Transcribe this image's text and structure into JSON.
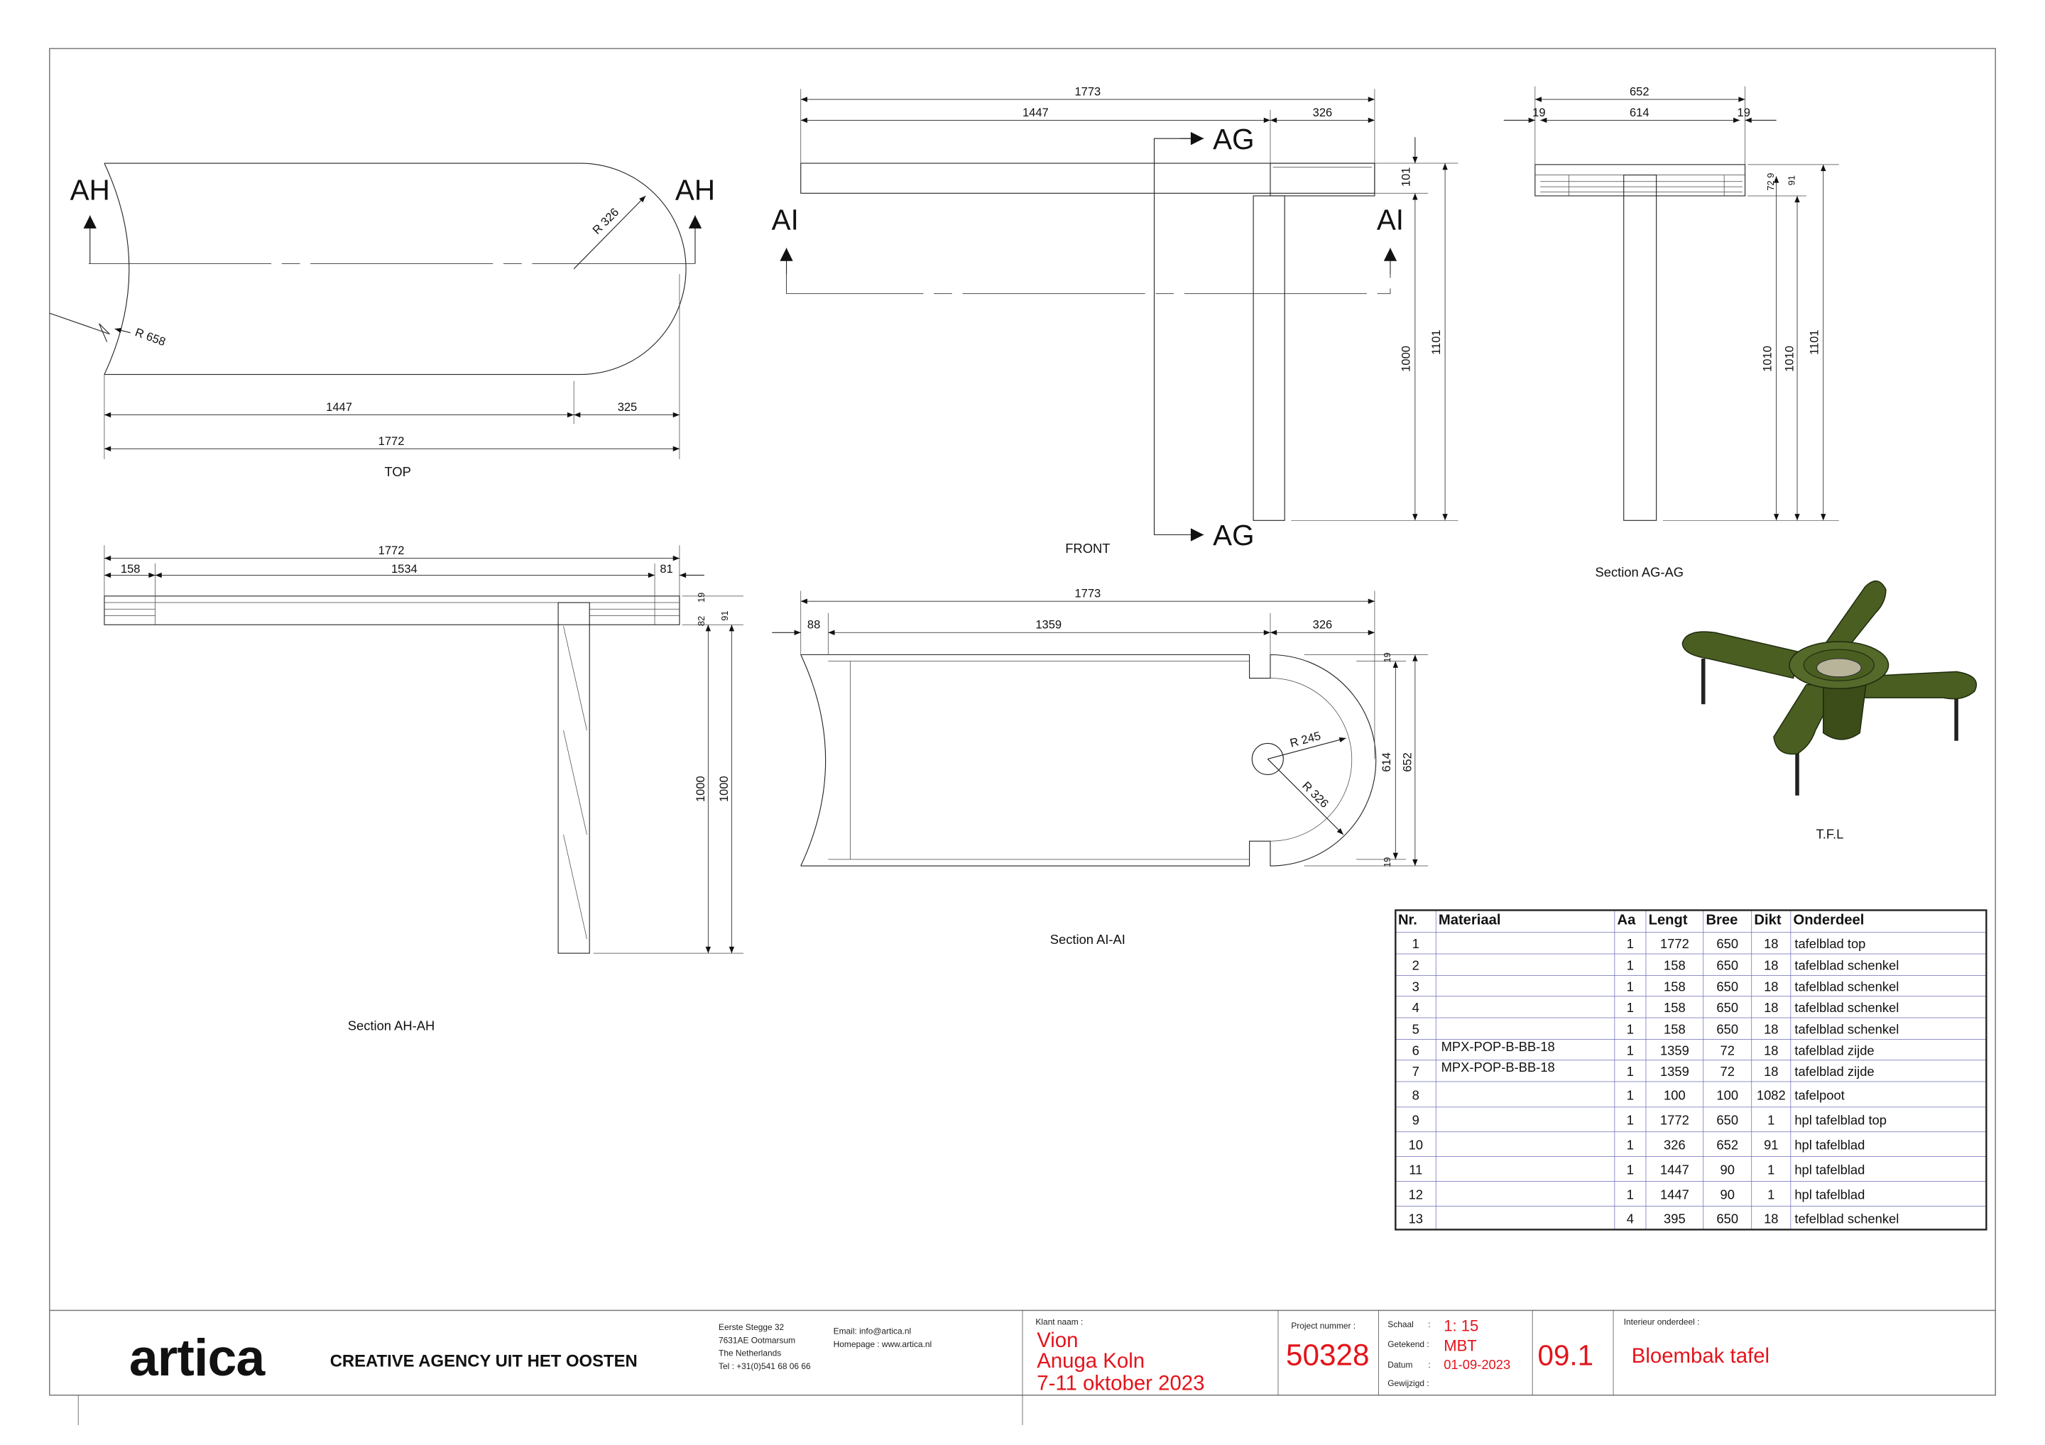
{
  "views": {
    "top": {
      "title": "TOP",
      "mark": "AH",
      "radius_outer": "R 326",
      "radius_break": "R 658",
      "dim_straight": "1447",
      "dim_round": "325",
      "dim_total": "1772"
    },
    "front": {
      "title": "FRONT",
      "mark_ag": "AG",
      "mark_ai": "AI",
      "dim_total": "1773",
      "dim_straight": "1447",
      "dim_round": "326",
      "dim_top": "101",
      "dim_leg": "1000",
      "dim_height": "1101"
    },
    "section_ag": {
      "title": "Section AG-AG",
      "dim_total": "652",
      "dim_side_left": "19",
      "dim_inner": "614",
      "dim_side_right": "19",
      "dim_729": "72 9",
      "dim_91": "91",
      "dim_leg_a": "1010",
      "dim_leg_b": "1010",
      "dim_height": "1101"
    },
    "section_ah": {
      "title": "Section AH-AH",
      "dim_total": "1772",
      "dim_left": "158",
      "dim_mid": "1534",
      "dim_right": "81",
      "dim_82": "82",
      "dim_19": "19",
      "dim_91": "91",
      "dim_leg_a": "1000",
      "dim_leg_b": "1000"
    },
    "section_ai": {
      "title": "Section AI-AI",
      "dim_total": "1773",
      "dim_left": "88",
      "dim_mid": "1359",
      "dim_right": "326",
      "radius_inner": "R 245",
      "radius_outer": "R 326",
      "dim_19_top": "19",
      "dim_614": "614",
      "dim_19_bottom": "19",
      "dim_652": "652"
    },
    "model": {
      "title": "T.F.L",
      "color": "#4a5e22"
    }
  },
  "parts_table": {
    "headers": [
      "Nr.",
      "Materiaal",
      "Aa",
      "Lengt",
      "Bree",
      "Dikt",
      "Onderdeel"
    ],
    "rows": [
      [
        "1",
        "",
        "1",
        "1772",
        "650",
        "18",
        "tafelblad top"
      ],
      [
        "2",
        "",
        "1",
        "158",
        "650",
        "18",
        "tafelblad schenkel"
      ],
      [
        "3",
        "",
        "1",
        "158",
        "650",
        "18",
        "tafelblad schenkel"
      ],
      [
        "4",
        "",
        "1",
        "158",
        "650",
        "18",
        "tafelblad schenkel"
      ],
      [
        "5",
        "",
        "1",
        "158",
        "650",
        "18",
        "tafelblad schenkel"
      ],
      [
        "6",
        "MPX-POP-B-BB-18",
        "1",
        "1359",
        "72",
        "18",
        "tafelblad zijde"
      ],
      [
        "7",
        "MPX-POP-B-BB-18",
        "1",
        "1359",
        "72",
        "18",
        "tafelblad zijde"
      ],
      [
        "8",
        "",
        "1",
        "100",
        "100",
        "1082",
        "tafelpoot"
      ],
      [
        "9",
        "",
        "1",
        "1772",
        "650",
        "1",
        "hpl tafelblad top"
      ],
      [
        "10",
        "",
        "1",
        "326",
        "652",
        "91",
        "hpl tafelblad"
      ],
      [
        "11",
        "",
        "1",
        "1447",
        "90",
        "1",
        "hpl tafelblad"
      ],
      [
        "12",
        "",
        "1",
        "1447",
        "90",
        "1",
        "hpl tafelblad"
      ],
      [
        "13",
        "",
        "4",
        "395",
        "650",
        "18",
        "tefelblad schenkel"
      ]
    ]
  },
  "title_block": {
    "logo": "artica",
    "tagline": "CREATIVE AGENCY UIT HET OOSTEN",
    "address": [
      "Eerste Stegge 32",
      "7631AE  Ootmarsum",
      "The Netherlands",
      "Tel : +31(0)541 68 06 66"
    ],
    "email": "Email: info@artica.nl",
    "homepage": "Homepage : www.artica.nl",
    "client_label": "Klant naam :",
    "client": [
      "Vion",
      "Anuga Koln",
      "7-11 oktober 2023"
    ],
    "project_label": "Project nummer :",
    "project_number": "50328",
    "scale_label": "Schaal",
    "scale": "1: 15",
    "drawn_label": "Getekend :",
    "drawn": "MBT",
    "date_label": "Datum",
    "date": "01-09-2023",
    "changed_label": "Gewijzigd :",
    "sheet": "09.1",
    "part_label": "Interieur onderdeel :",
    "part": "Bloembak tafel",
    "accent": "#e3141b"
  }
}
